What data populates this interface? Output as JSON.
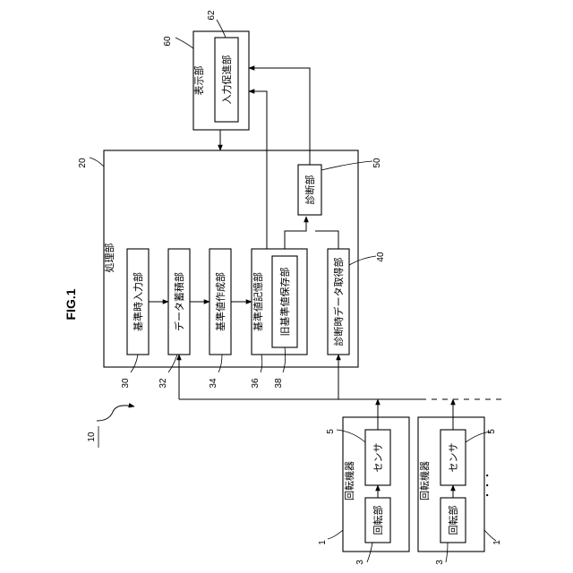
{
  "figure_label": "FIG.1",
  "system_ref": "10",
  "display": {
    "label": "表示部",
    "ref": "60"
  },
  "input_prompt": {
    "label": "入力促進部",
    "ref": "62"
  },
  "processing": {
    "label": "処理部",
    "ref": "20"
  },
  "diagnosis": {
    "label": "診断部",
    "ref": "50"
  },
  "modules": {
    "ref_time_input": {
      "label": "基準時入力部",
      "ref": "30"
    },
    "data_store": {
      "label": "データ蓄積部",
      "ref": "32"
    },
    "ref_value_create": {
      "label": "基準値作成部",
      "ref": "34"
    },
    "ref_value_memory": {
      "label": "基準値記憶部",
      "ref": "36"
    },
    "old_value_save": {
      "label": "旧基準値保存部",
      "ref": "38"
    },
    "diag_data_acquire": {
      "label": "診断時データ取得部",
      "ref": "40"
    }
  },
  "machines": [
    {
      "label": "回転機器",
      "ref": "1",
      "rotor_label": "回転部",
      "rotor_ref": "3",
      "sensor_label": "センサ",
      "sensor_ref": "5"
    },
    {
      "label": "回転機器",
      "ref": "1",
      "rotor_label": "回転部",
      "rotor_ref": "3",
      "sensor_label": "センサ",
      "sensor_ref": "5"
    }
  ],
  "continuation": "・・・"
}
